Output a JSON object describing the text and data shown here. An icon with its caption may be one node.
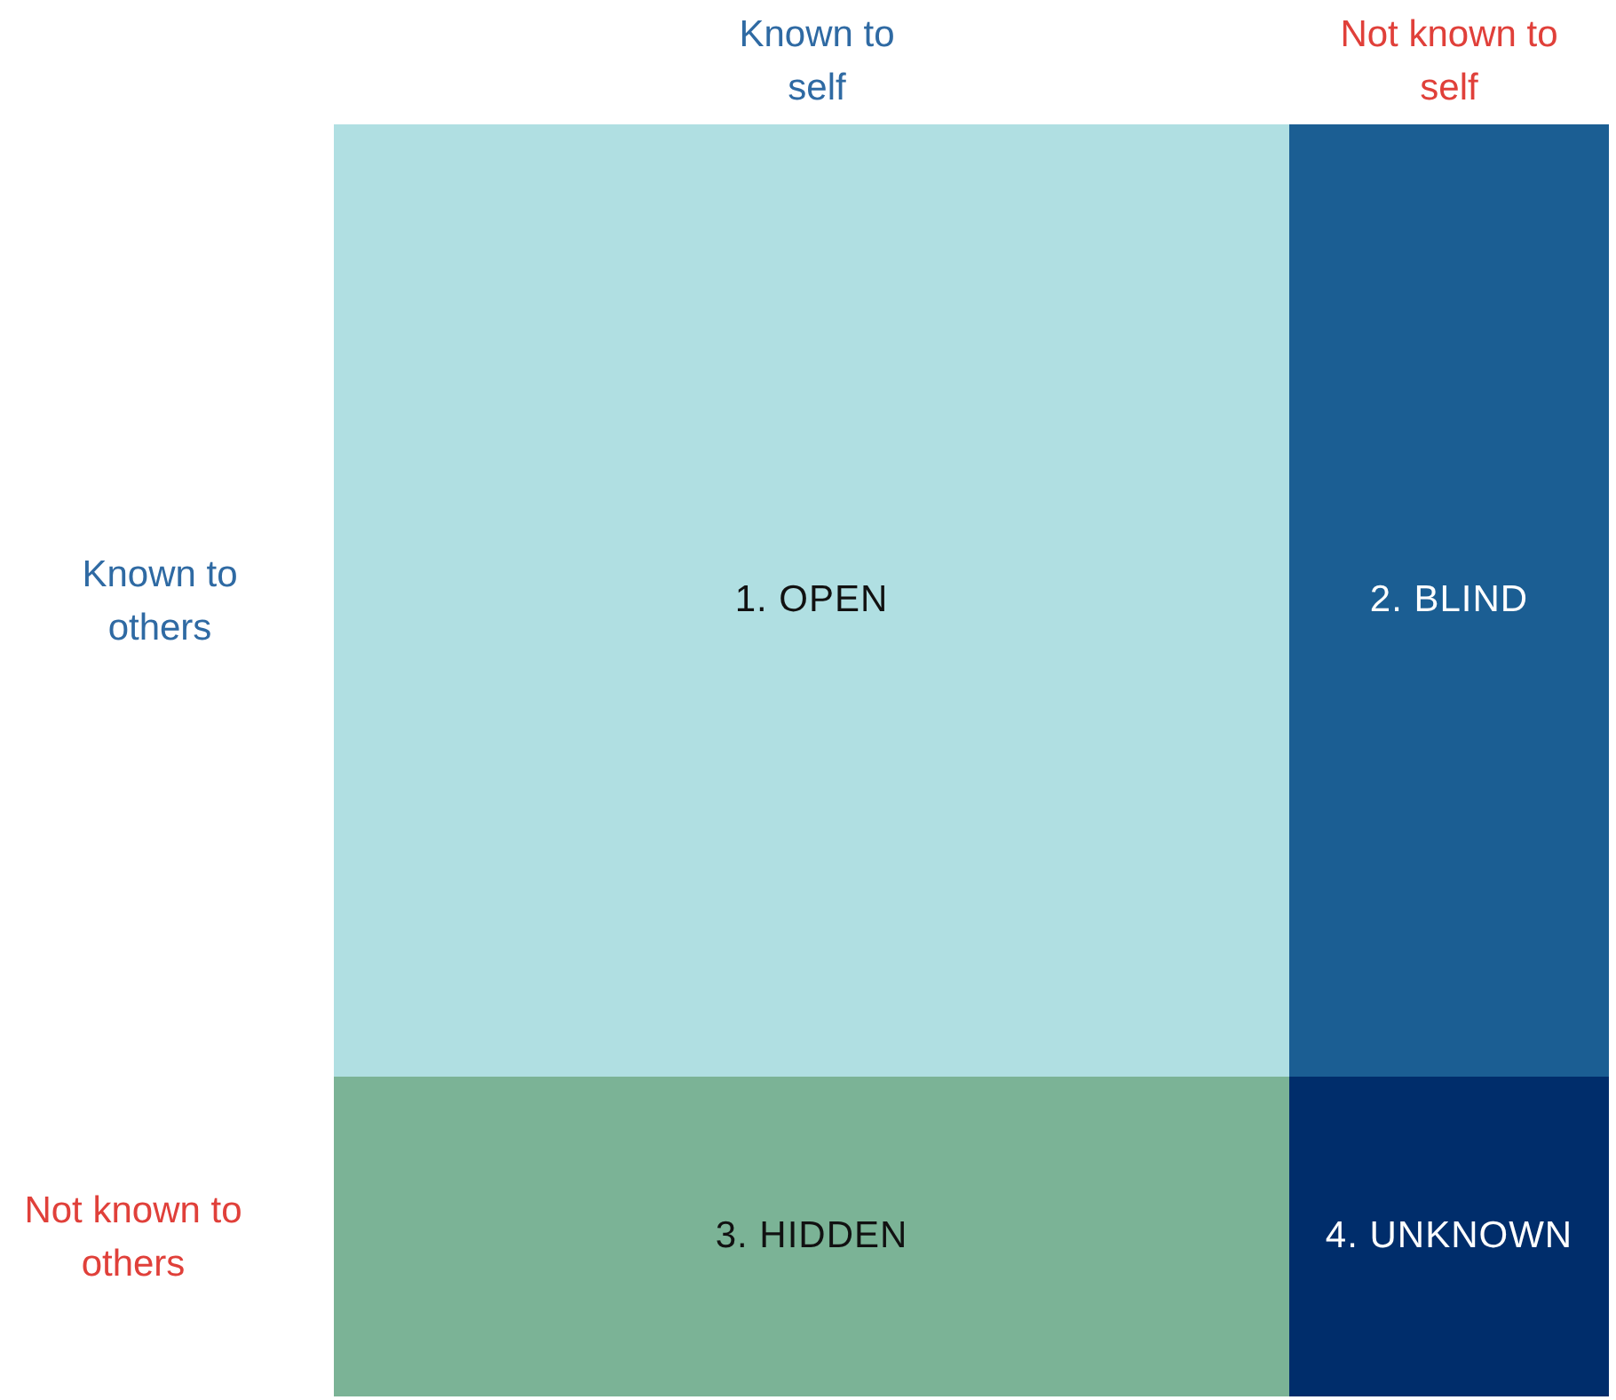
{
  "diagram": {
    "nodes": [
      {
        "text": [
          "1. OPEN"
        ]
      },
      {
        "text": [
          "2. BLIND"
        ]
      },
      {
        "text": [
          "3. HIDDEN"
        ]
      },
      {
        "text": [
          "4. UNKNOWN"
        ]
      }
    ],
    "labels": [
      "Known to self",
      "Not known to self",
      "Known to others",
      "Not known to others"
    ]
  }
}
